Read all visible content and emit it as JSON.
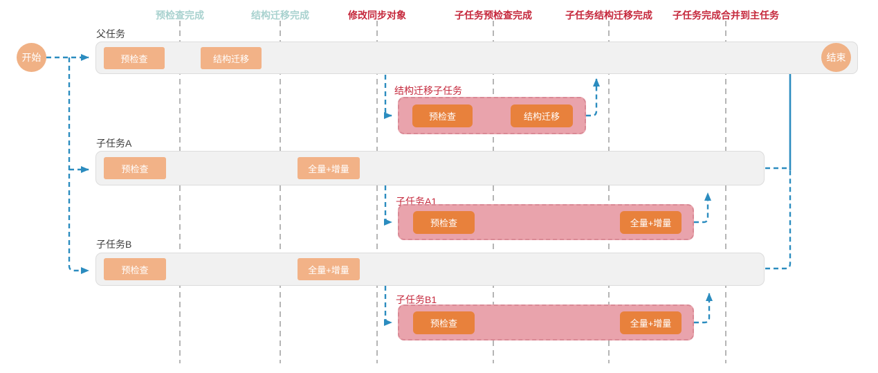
{
  "colors": {
    "accent_blue": "#2b8cbf",
    "milestone_teal": "#a9d2cf",
    "milestone_red": "#c5283c",
    "block_orange_light": "#f2b287",
    "block_orange_dark": "#e8813c",
    "subtask_pink": "#e9a3ac",
    "subtask_pink_border": "#d98995",
    "lane_gray": "#f1f1f1",
    "node_orange": "#f0b185",
    "grid_gray": "#b5b5b5"
  },
  "milestones": [
    {
      "label": "预检查完成",
      "tone": "teal"
    },
    {
      "label": "结构迁移完成",
      "tone": "teal"
    },
    {
      "label": "修改同步对象",
      "tone": "red"
    },
    {
      "label": "子任务预检查完成",
      "tone": "red"
    },
    {
      "label": "子任务结构迁移完成",
      "tone": "red"
    },
    {
      "label": "子任务完成合并到主任务",
      "tone": "red"
    }
  ],
  "nodes": {
    "start": "开始",
    "end": "结束"
  },
  "lanes": {
    "parent": {
      "label": "父任务",
      "blocks": [
        "预检查",
        "结构迁移"
      ]
    },
    "taskA": {
      "label": "子任务A",
      "blocks": [
        "预检查",
        "全量+增量"
      ]
    },
    "taskB": {
      "label": "子任务B",
      "blocks": [
        "预检查",
        "全量+增量"
      ]
    }
  },
  "subtasks": {
    "structMigration": {
      "label": "结构迁移子任务",
      "blocks": [
        "预检查",
        "结构迁移"
      ]
    },
    "a1": {
      "label": "子任务A1",
      "blocks": [
        "预检查",
        "全量+增量"
      ]
    },
    "b1": {
      "label": "子任务B1",
      "blocks": [
        "预检查",
        "全量+增量"
      ]
    }
  }
}
